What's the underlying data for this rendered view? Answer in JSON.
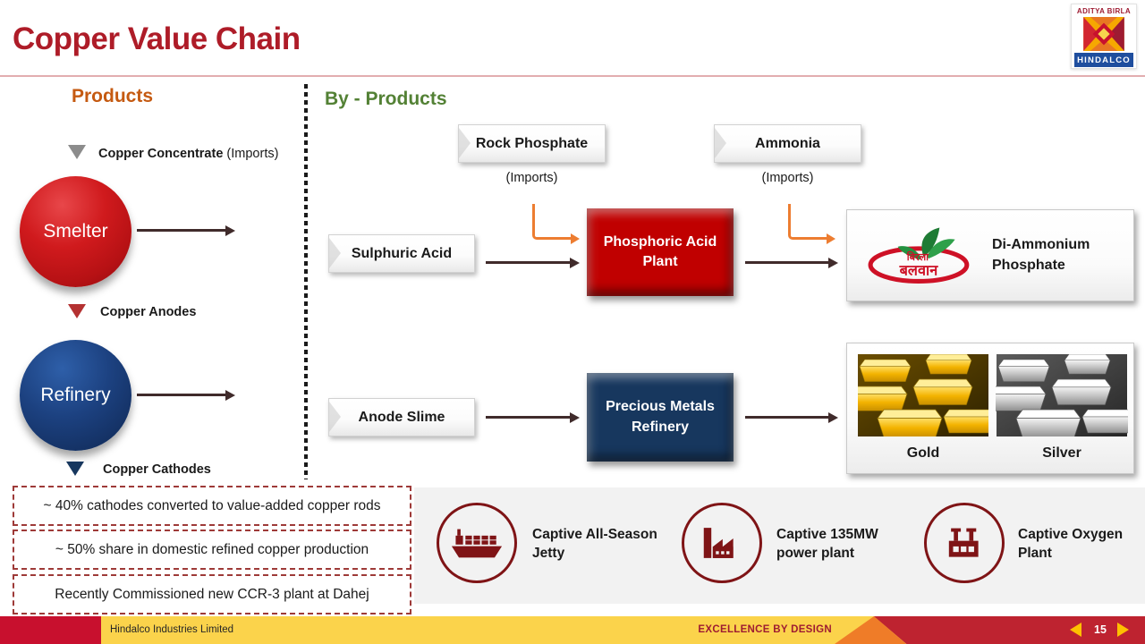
{
  "slide": {
    "title": "Copper Value Chain"
  },
  "logo": {
    "brand": "ADITYA BIRLA",
    "company": "HINDALCO"
  },
  "products": {
    "heading": "Products",
    "concentrate": "Copper Concentrate",
    "concentrate_note": "(Imports)",
    "smelter": "Smelter",
    "anodes": "Copper Anodes",
    "refinery": "Refinery",
    "cathodes": "Copper Cathodes"
  },
  "byproducts": {
    "heading": "By - Products",
    "rock_phosphate": "Rock Phosphate",
    "rock_phosphate_note": "(Imports)",
    "ammonia": "Ammonia",
    "ammonia_note": "(Imports)",
    "sulphuric_acid": "Sulphuric Acid",
    "phosphoric_acid_plant": "Phosphoric Acid Plant",
    "balwan_logo_line1": "बिरला",
    "balwan_logo_line2": "बलवान",
    "dap": "Di-Ammonium Phosphate",
    "anode_slime": "Anode Slime",
    "precious_metals_refinery": "Precious Metals Refinery",
    "gold": "Gold",
    "silver": "Silver"
  },
  "highlights": [
    "~ 40% cathodes converted to value-added copper rods",
    "~ 50% share in domestic refined copper production",
    "Recently Commissioned new CCR-3 plant at Dahej"
  ],
  "facilities": [
    {
      "icon": "ship-icon",
      "label": "Captive All-Season Jetty"
    },
    {
      "icon": "factory-icon",
      "label": "Captive 135MW power plant"
    },
    {
      "icon": "oxygen-plant-icon",
      "label": "Captive Oxygen Plant"
    }
  ],
  "footer": {
    "company": "Hindalco Industries Limited",
    "tagline": "EXCELLENCE BY DESIGN",
    "page_number": "15"
  },
  "colors": {
    "title_red": "#AE1C28",
    "products_orange": "#C55A11",
    "byproducts_green": "#538135",
    "process_box_red": "#C00000",
    "process_box_navy": "#17375E",
    "arrow_dark": "#402B2B",
    "arrow_orange": "#ED7D31",
    "facility_maroon": "#7F1416",
    "footer_yellow": "#FBD34B",
    "footer_red": "#C8102E"
  }
}
